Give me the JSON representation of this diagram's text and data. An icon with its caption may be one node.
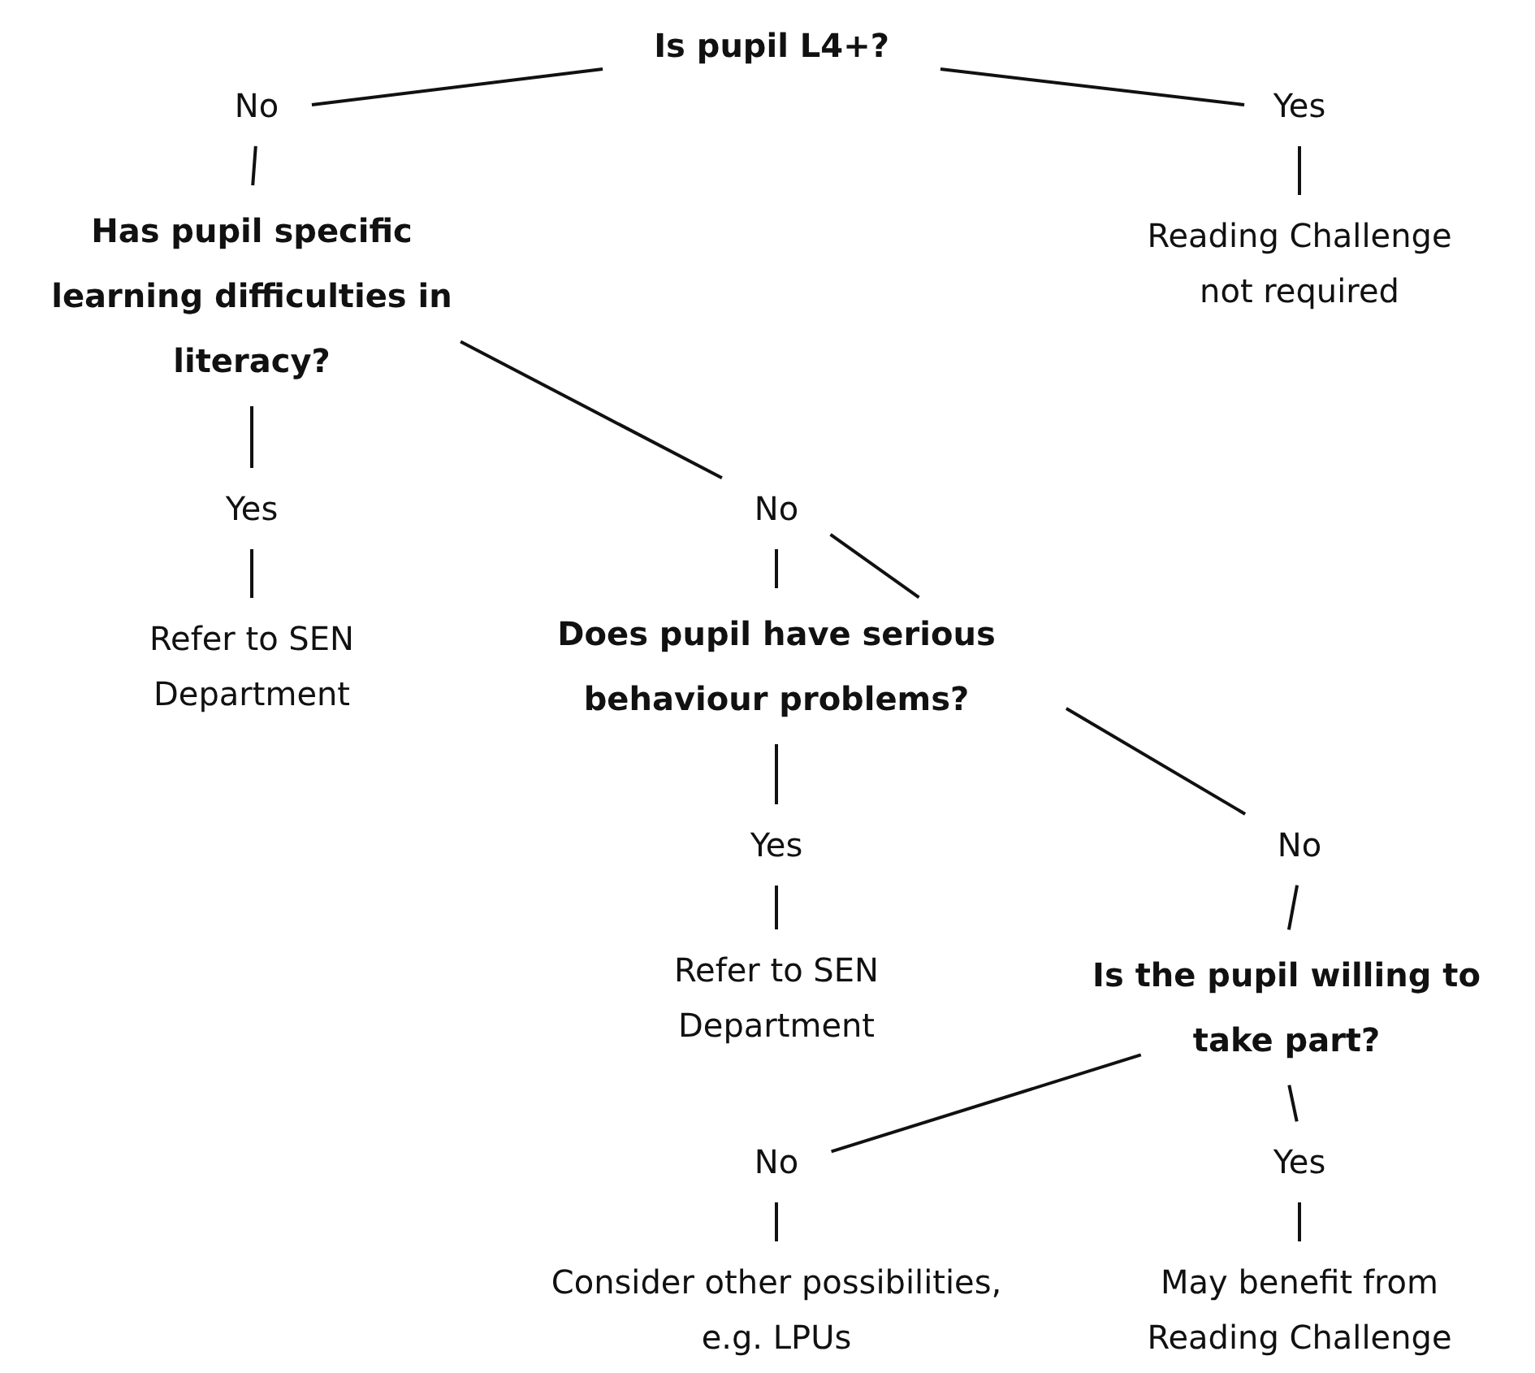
{
  "diagram": {
    "nodes": [
      {
        "text": [
          "Is pupil L4+?"
        ]
      },
      {
        "text": [
          "No"
        ]
      },
      {
        "text": [
          "Yes"
        ]
      },
      {
        "text": [
          "Reading Challenge not required"
        ]
      },
      {
        "text": [
          "Has pupil specific learning difficulties in literacy?"
        ]
      },
      {
        "text": [
          "Yes"
        ]
      },
      {
        "text": [
          "Refer to SEN Department"
        ]
      },
      {
        "text": [
          "No"
        ]
      },
      {
        "text": [
          "Does pupil have serious behaviour problems?"
        ]
      },
      {
        "text": [
          "Yes"
        ]
      },
      {
        "text": [
          "Refer to SEN Department"
        ]
      },
      {
        "text": [
          "No"
        ]
      },
      {
        "text": [
          "Is the pupil willing to take part?"
        ]
      },
      {
        "text": [
          "No"
        ]
      },
      {
        "text": [
          "Yes"
        ]
      },
      {
        "text": [
          "Consider other possibilities, e.g. LPUs"
        ]
      },
      {
        "text": [
          "May benefit from Reading Challenge"
        ]
      }
    ],
    "edges": [
      {
        "from": 0,
        "to": 1,
        "arrow": "none"
      },
      {
        "from": 0,
        "to": 2,
        "arrow": "none"
      },
      {
        "from": 1,
        "to": 4,
        "arrow": "none"
      },
      {
        "from": 2,
        "to": 3,
        "arrow": "none"
      },
      {
        "from": 4,
        "to": 5,
        "arrow": "none"
      },
      {
        "from": 4,
        "to": 7,
        "arrow": "none"
      },
      {
        "from": 5,
        "to": 6,
        "arrow": "none"
      },
      {
        "from": 7,
        "to": 8,
        "arrow": "none"
      },
      {
        "from": 7,
        "to": 8,
        "arrow": "none"
      },
      {
        "from": 8,
        "to": 9,
        "arrow": "none"
      },
      {
        "from": 8,
        "to": 11,
        "arrow": "none"
      },
      {
        "from": 9,
        "to": 10,
        "arrow": "none"
      },
      {
        "from": 11,
        "to": 12,
        "arrow": "none"
      },
      {
        "from": 12,
        "to": 13,
        "arrow": "none"
      },
      {
        "from": 12,
        "to": 14,
        "arrow": "none"
      },
      {
        "from": 13,
        "to": 15,
        "arrow": "none"
      },
      {
        "from": 14,
        "to": 16,
        "arrow": "none"
      }
    ]
  }
}
